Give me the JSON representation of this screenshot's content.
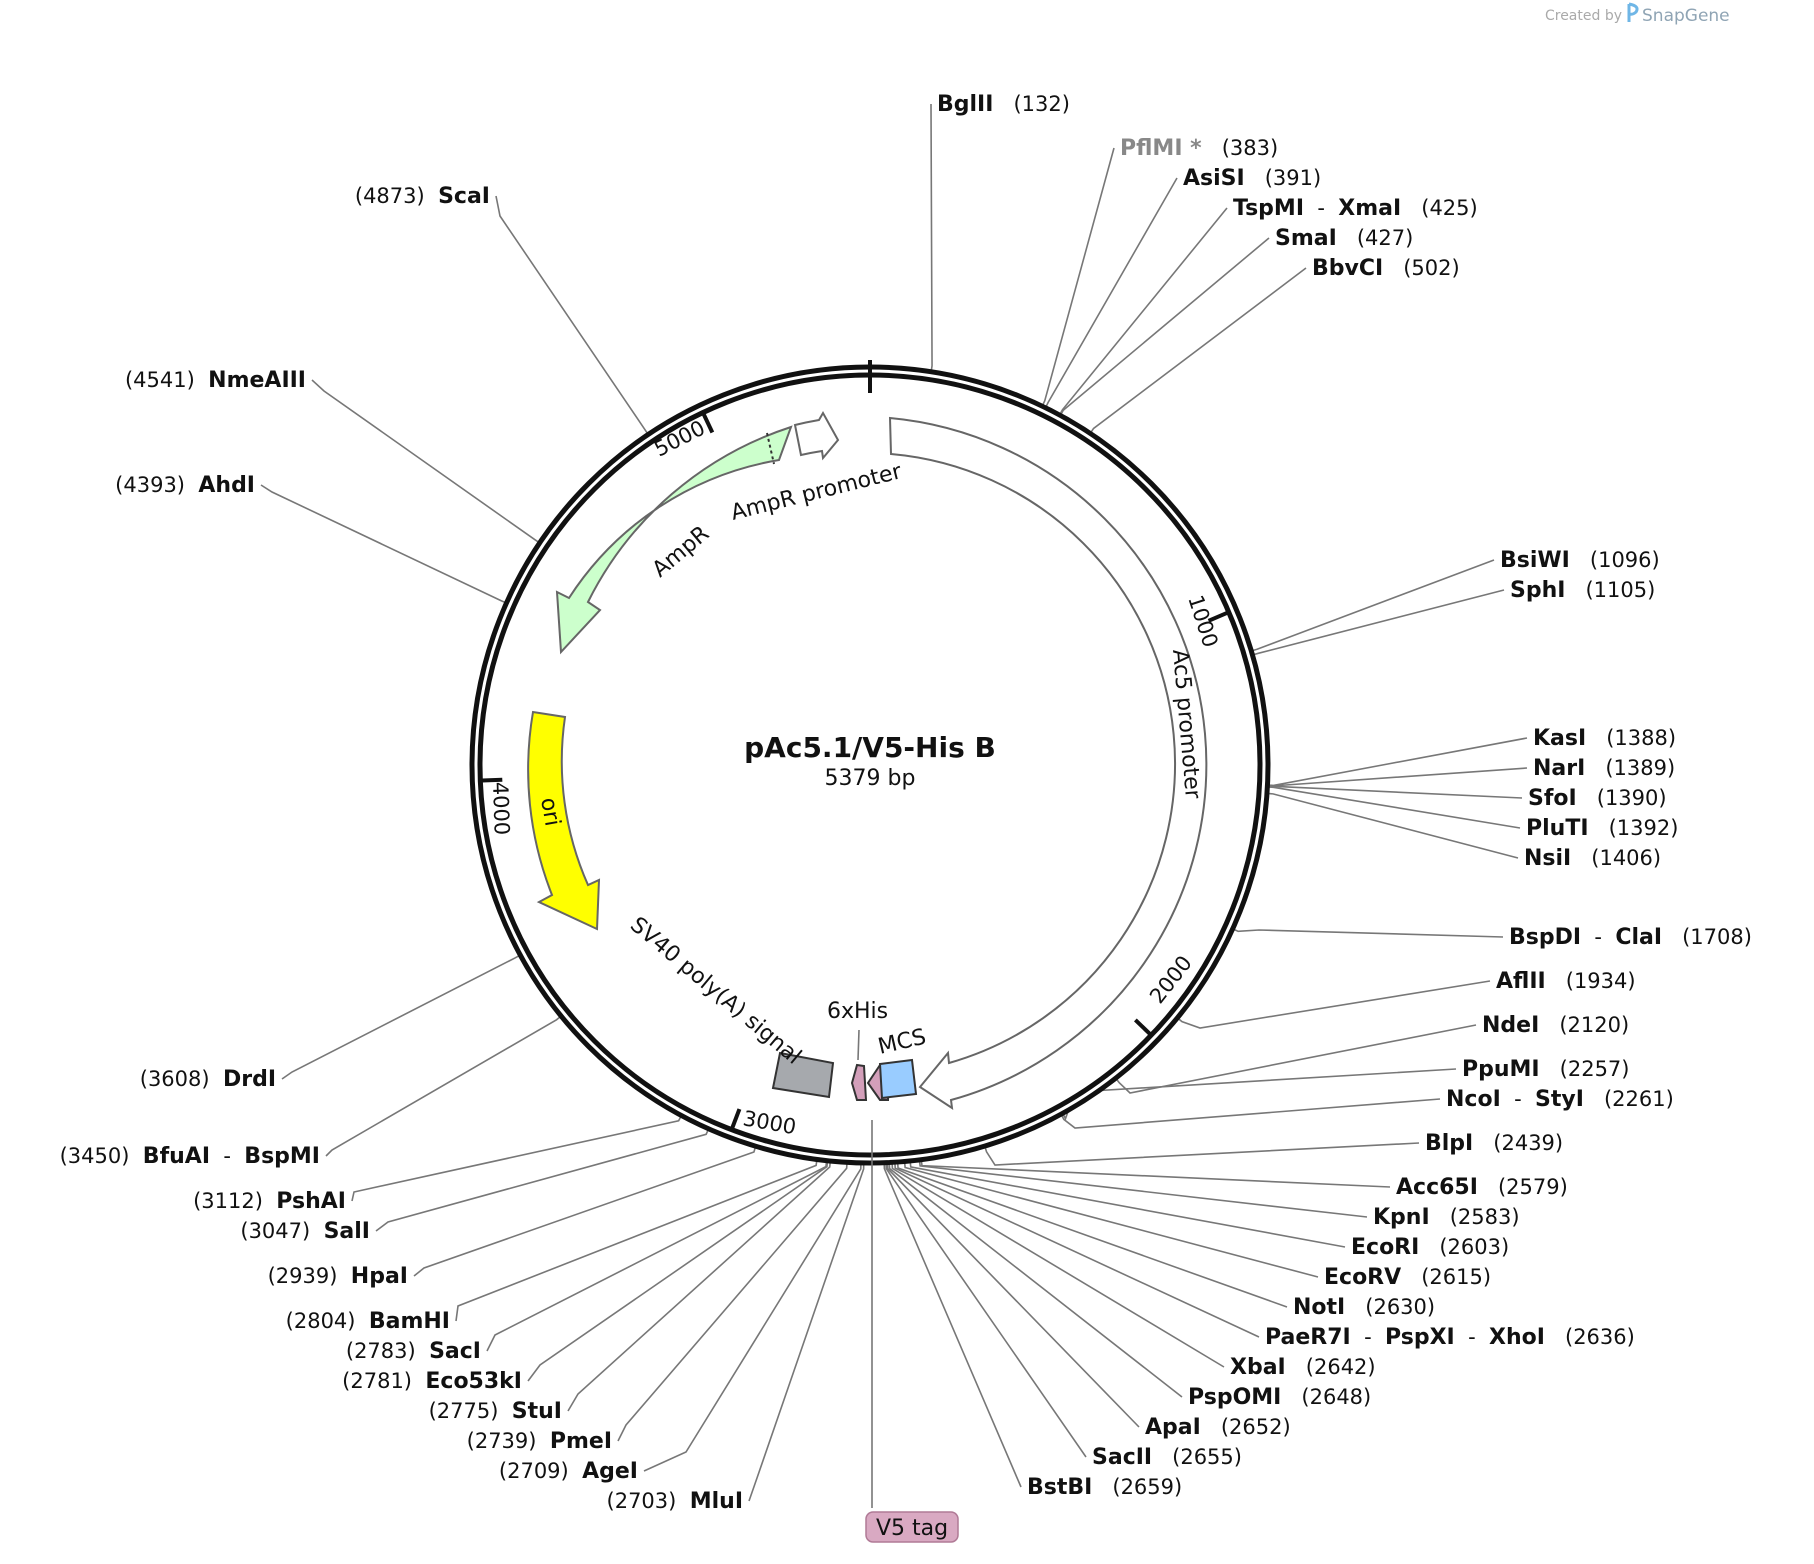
{
  "credit": {
    "prefix": "Created by",
    "brand": "SnapGene"
  },
  "plasmid": {
    "name": "pAc5.1/V5-His B",
    "length_label": "5379 bp",
    "length": 5379
  },
  "ruler_ticks": [
    {
      "label": "1000",
      "bp": 1000
    },
    {
      "label": "2000",
      "bp": 2000
    },
    {
      "label": "3000",
      "bp": 3000
    },
    {
      "label": "4000",
      "bp": 4000
    },
    {
      "label": "5000",
      "bp": 5000
    }
  ],
  "features": [
    {
      "name": "AmpR promoter",
      "label": "AmpR promoter",
      "color": "#ffffff"
    },
    {
      "name": "AmpR",
      "label": "AmpR",
      "color": "#ccffcc"
    },
    {
      "name": "ori",
      "label": "ori",
      "color": "#ffff00"
    },
    {
      "name": "SV40 poly(A) signal",
      "label": "SV40 poly(A) signal",
      "color": "#a6a9ad"
    },
    {
      "name": "6xHis",
      "label": "6xHis",
      "color": "#d39fba"
    },
    {
      "name": "V5 tag",
      "label": "V5 tag",
      "color": "#d39fba"
    },
    {
      "name": "MCS",
      "label": "MCS",
      "color": "#99ccff"
    },
    {
      "name": "Ac5 promoter",
      "label": "Ac5 promoter",
      "color": "#ffffff"
    }
  ],
  "sites": [
    {
      "id": "bglii",
      "names": [
        "BglII"
      ],
      "pos": "(132)",
      "bp": 132
    },
    {
      "id": "pflmi",
      "names": [
        "PflMI *"
      ],
      "pos": "(383)",
      "bp": 383,
      "grey": true
    },
    {
      "id": "asisi",
      "names": [
        "AsiSI"
      ],
      "pos": "(391)",
      "bp": 391
    },
    {
      "id": "tspmi",
      "names": [
        "TspMI",
        "XmaI"
      ],
      "pos": "(425)",
      "bp": 425
    },
    {
      "id": "smai",
      "names": [
        "SmaI"
      ],
      "pos": "(427)",
      "bp": 427
    },
    {
      "id": "bbvci",
      "names": [
        "BbvCI"
      ],
      "pos": "(502)",
      "bp": 502
    },
    {
      "id": "bsiwi",
      "names": [
        "BsiWI"
      ],
      "pos": "(1096)",
      "bp": 1096
    },
    {
      "id": "sphi",
      "names": [
        "SphI"
      ],
      "pos": "(1105)",
      "bp": 1105
    },
    {
      "id": "kasi",
      "names": [
        "KasI"
      ],
      "pos": "(1388)",
      "bp": 1388
    },
    {
      "id": "nari",
      "names": [
        "NarI"
      ],
      "pos": "(1389)",
      "bp": 1389
    },
    {
      "id": "sfoi",
      "names": [
        "SfoI"
      ],
      "pos": "(1390)",
      "bp": 1390
    },
    {
      "id": "pluti",
      "names": [
        "PluTI"
      ],
      "pos": "(1392)",
      "bp": 1392
    },
    {
      "id": "nsii",
      "names": [
        "NsiI"
      ],
      "pos": "(1406)",
      "bp": 1406
    },
    {
      "id": "bspdi",
      "names": [
        "BspDI",
        "ClaI"
      ],
      "pos": "(1708)",
      "bp": 1708
    },
    {
      "id": "aflii",
      "names": [
        "AflII"
      ],
      "pos": "(1934)",
      "bp": 1934
    },
    {
      "id": "ndei",
      "names": [
        "NdeI"
      ],
      "pos": "(2120)",
      "bp": 2120
    },
    {
      "id": "ppumi",
      "names": [
        "PpuMI"
      ],
      "pos": "(2257)",
      "bp": 2257
    },
    {
      "id": "ncoi",
      "names": [
        "NcoI",
        "StyI"
      ],
      "pos": "(2261)",
      "bp": 2261
    },
    {
      "id": "blpi",
      "names": [
        "BlpI"
      ],
      "pos": "(2439)",
      "bp": 2439
    },
    {
      "id": "acc65i",
      "names": [
        "Acc65I"
      ],
      "pos": "(2579)",
      "bp": 2579
    },
    {
      "id": "kpni",
      "names": [
        "KpnI"
      ],
      "pos": "(2583)",
      "bp": 2583
    },
    {
      "id": "ecori",
      "names": [
        "EcoRI"
      ],
      "pos": "(2603)",
      "bp": 2603
    },
    {
      "id": "ecorv",
      "names": [
        "EcoRV"
      ],
      "pos": "(2615)",
      "bp": 2615
    },
    {
      "id": "noti",
      "names": [
        "NotI"
      ],
      "pos": "(2630)",
      "bp": 2630
    },
    {
      "id": "paer7i",
      "names": [
        "PaeR7I",
        "PspXI",
        "XhoI"
      ],
      "pos": "(2636)",
      "bp": 2636
    },
    {
      "id": "xbai",
      "names": [
        "XbaI"
      ],
      "pos": "(2642)",
      "bp": 2642
    },
    {
      "id": "pspomi",
      "names": [
        "PspOMI"
      ],
      "pos": "(2648)",
      "bp": 2648
    },
    {
      "id": "apai",
      "names": [
        "ApaI"
      ],
      "pos": "(2652)",
      "bp": 2652
    },
    {
      "id": "sacii",
      "names": [
        "SacII"
      ],
      "pos": "(2655)",
      "bp": 2655
    },
    {
      "id": "bstbi",
      "names": [
        "BstBI"
      ],
      "pos": "(2659)",
      "bp": 2659
    },
    {
      "id": "mlui",
      "names": [
        "MluI"
      ],
      "pos": "(2703)",
      "bp": 2703
    },
    {
      "id": "agei",
      "names": [
        "AgeI"
      ],
      "pos": "(2709)",
      "bp": 2709
    },
    {
      "id": "pmei",
      "names": [
        "PmeI"
      ],
      "pos": "(2739)",
      "bp": 2739
    },
    {
      "id": "stui",
      "names": [
        "StuI"
      ],
      "pos": "(2775)",
      "bp": 2775
    },
    {
      "id": "eco53ki",
      "names": [
        "Eco53kI"
      ],
      "pos": "(2781)",
      "bp": 2781
    },
    {
      "id": "saci",
      "names": [
        "SacI"
      ],
      "pos": "(2783)",
      "bp": 2783
    },
    {
      "id": "bamhi",
      "names": [
        "BamHI"
      ],
      "pos": "(2804)",
      "bp": 2804
    },
    {
      "id": "hpai",
      "names": [
        "HpaI"
      ],
      "pos": "(2939)",
      "bp": 2939
    },
    {
      "id": "sali",
      "names": [
        "SalI"
      ],
      "pos": "(3047)",
      "bp": 3047
    },
    {
      "id": "pshai",
      "names": [
        "PshAI"
      ],
      "pos": "(3112)",
      "bp": 3112
    },
    {
      "id": "bfuai",
      "names": [
        "BfuAI",
        "BspMI"
      ],
      "pos": "(3450)",
      "bp": 3450
    },
    {
      "id": "drdi",
      "names": [
        "DrdI"
      ],
      "pos": "(3608)",
      "bp": 3608
    },
    {
      "id": "ahdi",
      "names": [
        "AhdI"
      ],
      "pos": "(4393)",
      "bp": 4393
    },
    {
      "id": "nmeaiii",
      "names": [
        "NmeAIII"
      ],
      "pos": "(4541)",
      "bp": 4541
    },
    {
      "id": "scai",
      "names": [
        "ScaI"
      ],
      "pos": "(4873)",
      "bp": 4873
    }
  ]
}
